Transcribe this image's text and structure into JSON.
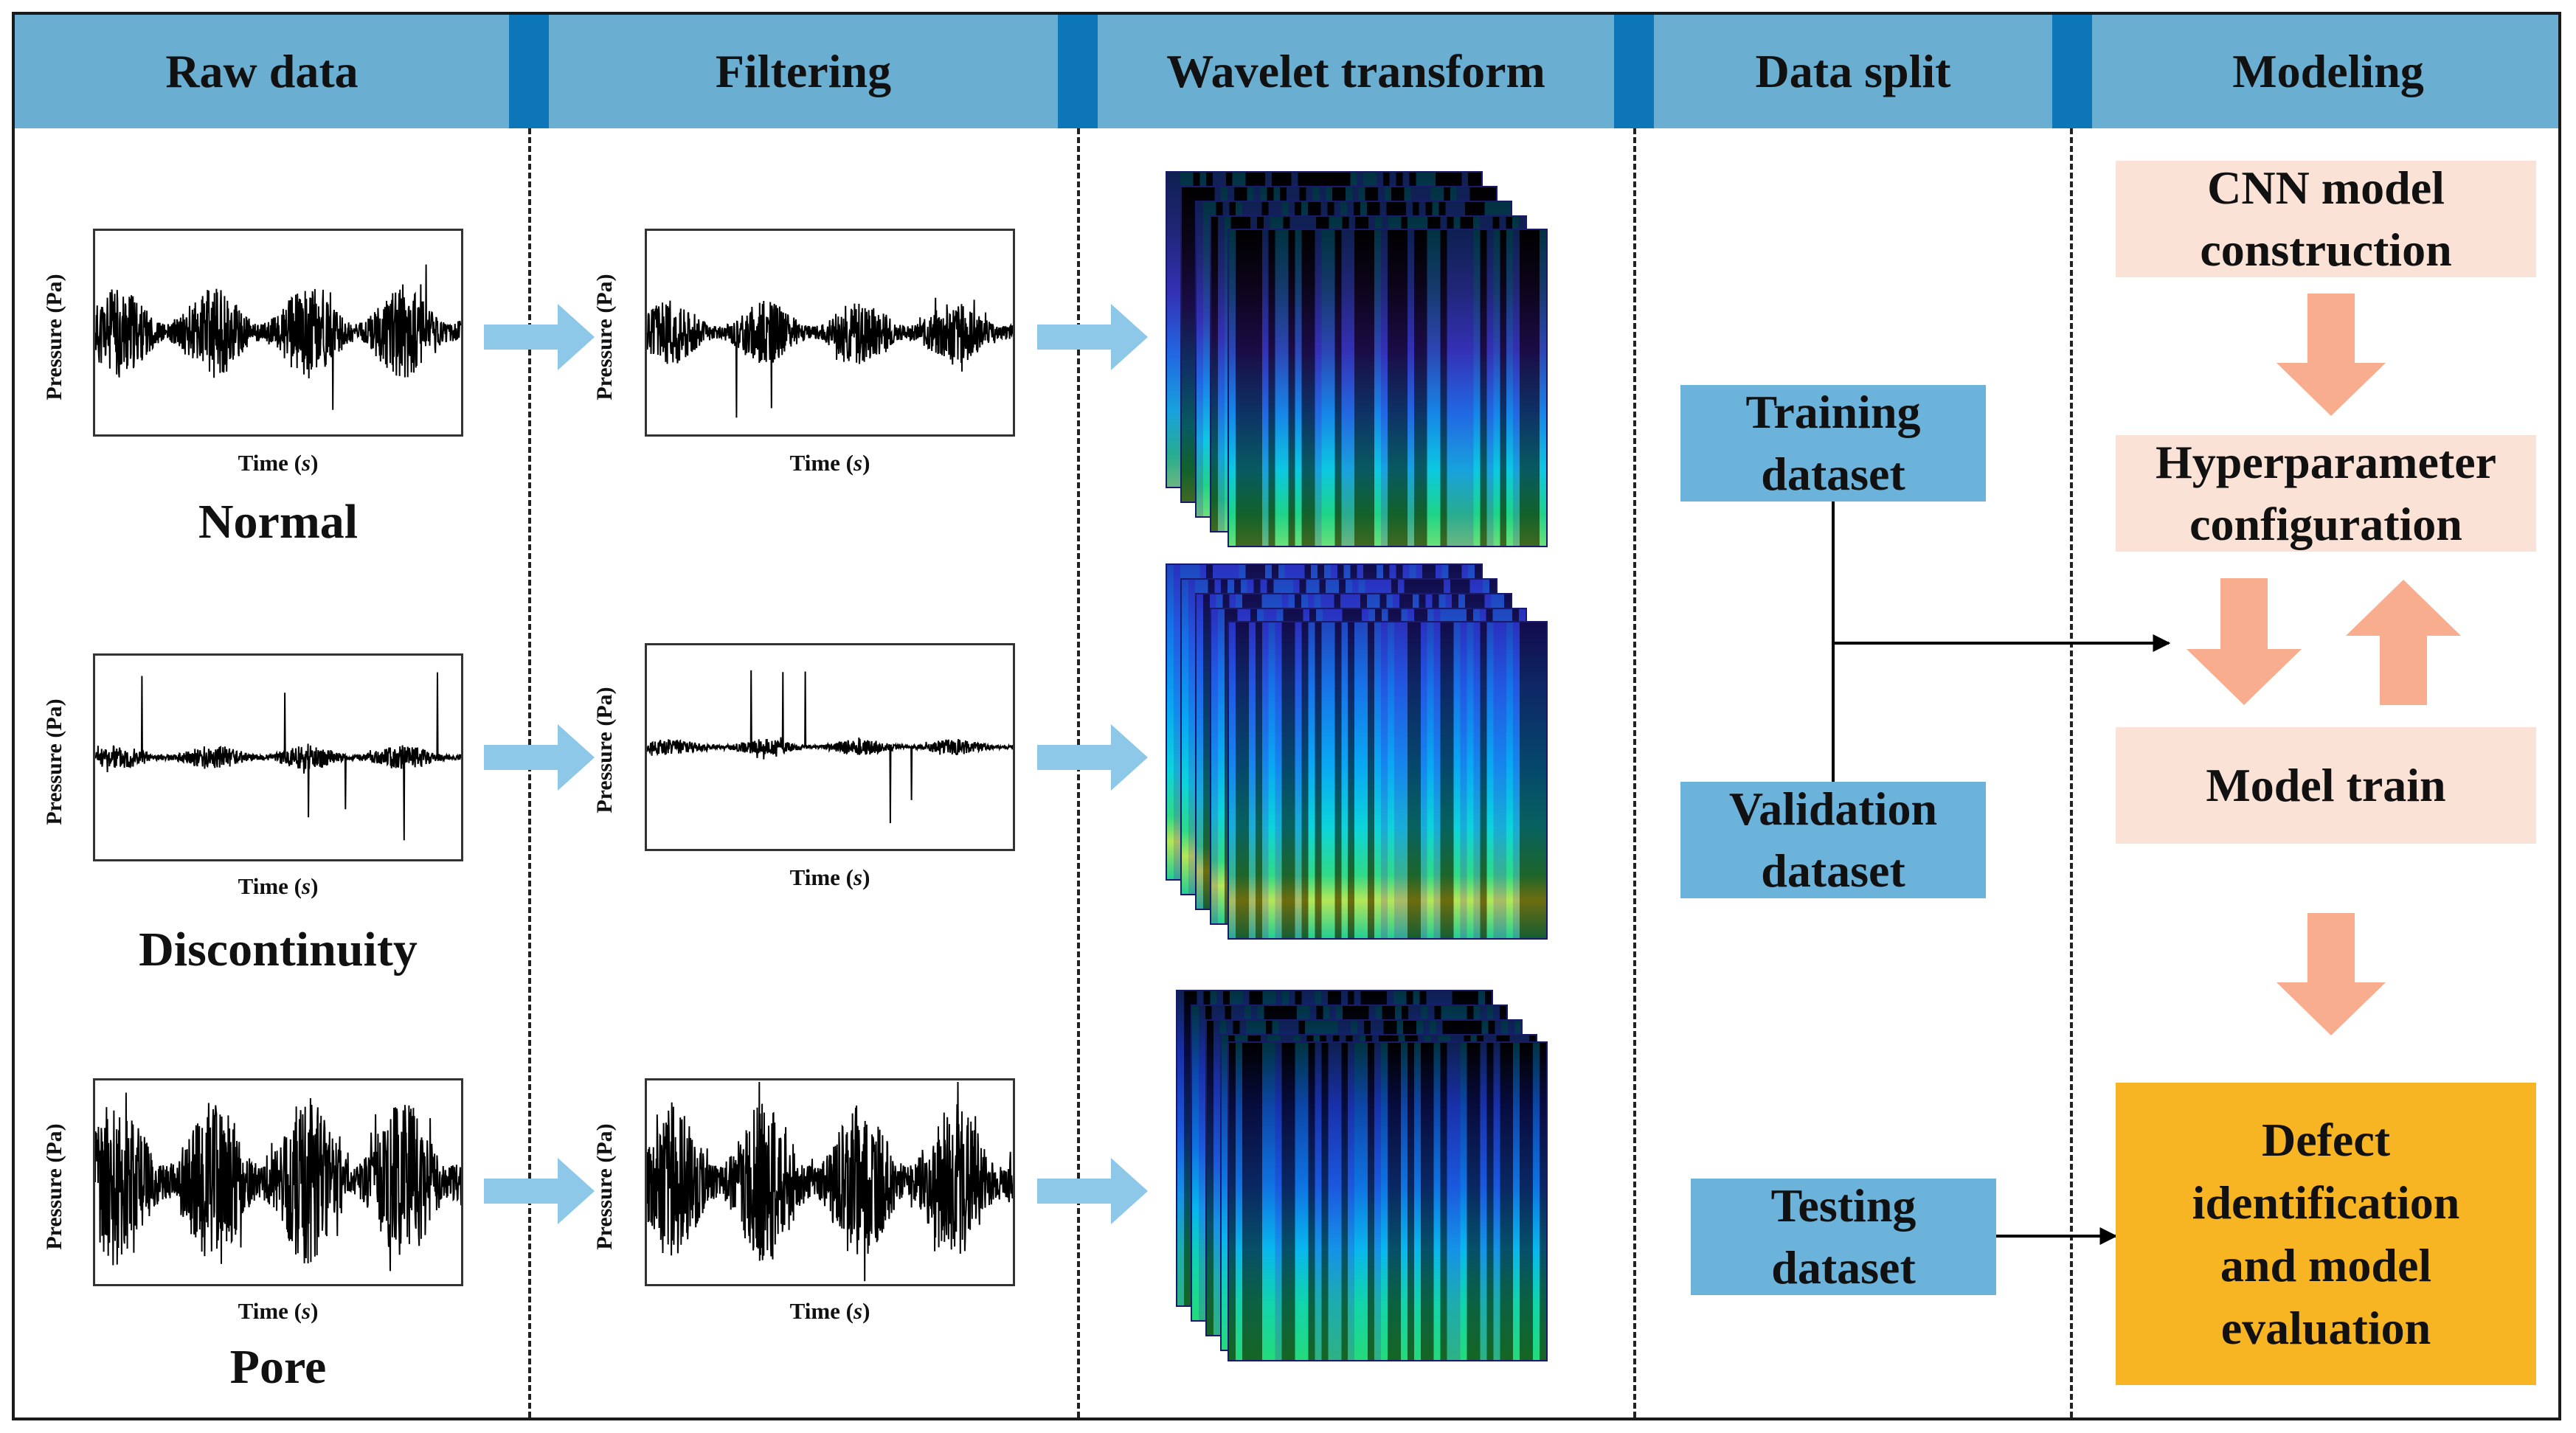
{
  "headers": [
    "Raw data",
    "Filtering",
    "Wavelet transform",
    "Data split",
    "Modeling"
  ],
  "signal_labels": {
    "ylabel": "Pressure (Pa)",
    "xlabel_prefix": "Time (",
    "xlabel_var": "s",
    "xlabel_suffix": ")"
  },
  "classes": [
    "Normal",
    "Discontinuity",
    "Pore"
  ],
  "data_split": {
    "training": [
      "Training",
      "dataset"
    ],
    "validation": [
      "Validation",
      "dataset"
    ],
    "testing": [
      "Testing",
      "dataset"
    ]
  },
  "modeling": {
    "cnn": [
      "CNN model",
      "construction"
    ],
    "hyper": [
      "Hyperparameter",
      "configuration"
    ],
    "train": "Model train",
    "final": [
      "Defect",
      "identification",
      "and model",
      "evaluation"
    ]
  },
  "colors": {
    "header_bg": "#6aafd2",
    "header_sep": "#0d76b8",
    "flow_arrow": "#8ec8e8",
    "dataset_box": "#6cb3dc",
    "model_box": "#fbe2d6",
    "model_arrow": "#f7ad8e",
    "final_box": "#f8b523"
  }
}
